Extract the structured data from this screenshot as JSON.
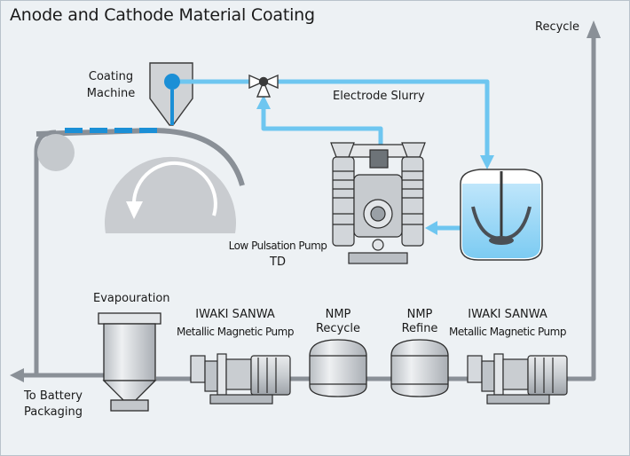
{
  "title": "Anode and Cathode Material Coating",
  "labels": {
    "recycle": "Recycle",
    "coating_machine": [
      "Coating",
      "Machine"
    ],
    "electrode_slurry": "Electrode Slurry",
    "low_pulsation_pump": [
      "Low Pulsation Pump",
      "TD"
    ],
    "evapouration": "Evapouration",
    "pump_left": [
      "IWAKI SANWA",
      "Metallic Magnetic Pump"
    ],
    "nmp_recycle": [
      "NMP",
      "Recycle"
    ],
    "nmp_refine": [
      "NMP",
      "Refine"
    ],
    "pump_right": [
      "IWAKI SANWA",
      "Metallic Magnetic Pump"
    ],
    "battery_packaging": [
      "To Battery",
      "Packaging"
    ]
  },
  "colors": {
    "slurry_line": "#6ec6f0",
    "coating_blue": "#1b8fd6",
    "pipe_gray": "#8a9097",
    "equipment_fill": "#d7dadd",
    "equipment_stroke": "#3a3a3a",
    "background": "#edf1f4"
  }
}
